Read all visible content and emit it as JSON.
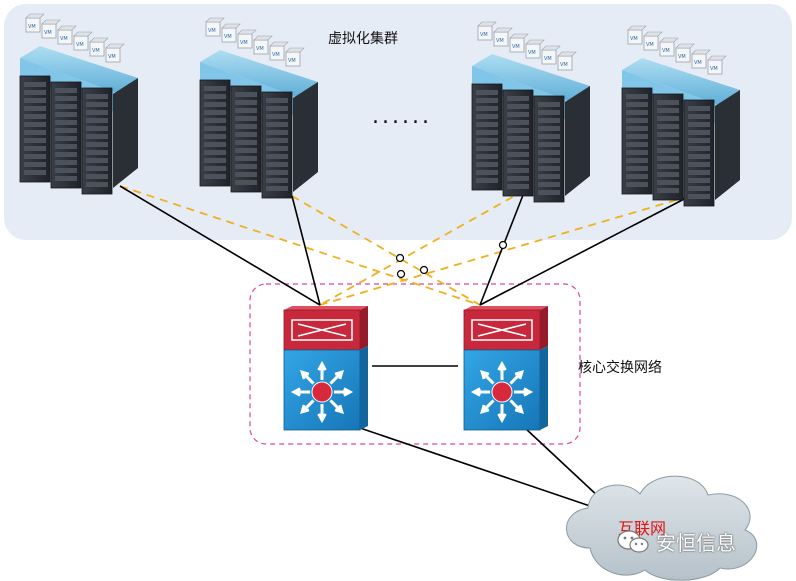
{
  "cluster": {
    "title": "虚拟化集群",
    "ellipsis": "......",
    "vm_badge": "VM",
    "rack_count": 4
  },
  "core": {
    "label": "核心交换网络",
    "switch_count": 2
  },
  "internet": {
    "label": "互联网"
  },
  "watermark": {
    "text": "安恒信息"
  },
  "colors": {
    "cluster_bg": "#e6ecf6",
    "rack_body": "#2b2f36",
    "rack_glass": "#7cc6e8",
    "switch_top": "#c8283c",
    "switch_body": "#1f8fd0",
    "core_border": "#e0469a",
    "dashed_link": "#f0b020",
    "solid_link": "#000000",
    "cloud": "#c9d3da",
    "internet_text": "#e11414"
  }
}
